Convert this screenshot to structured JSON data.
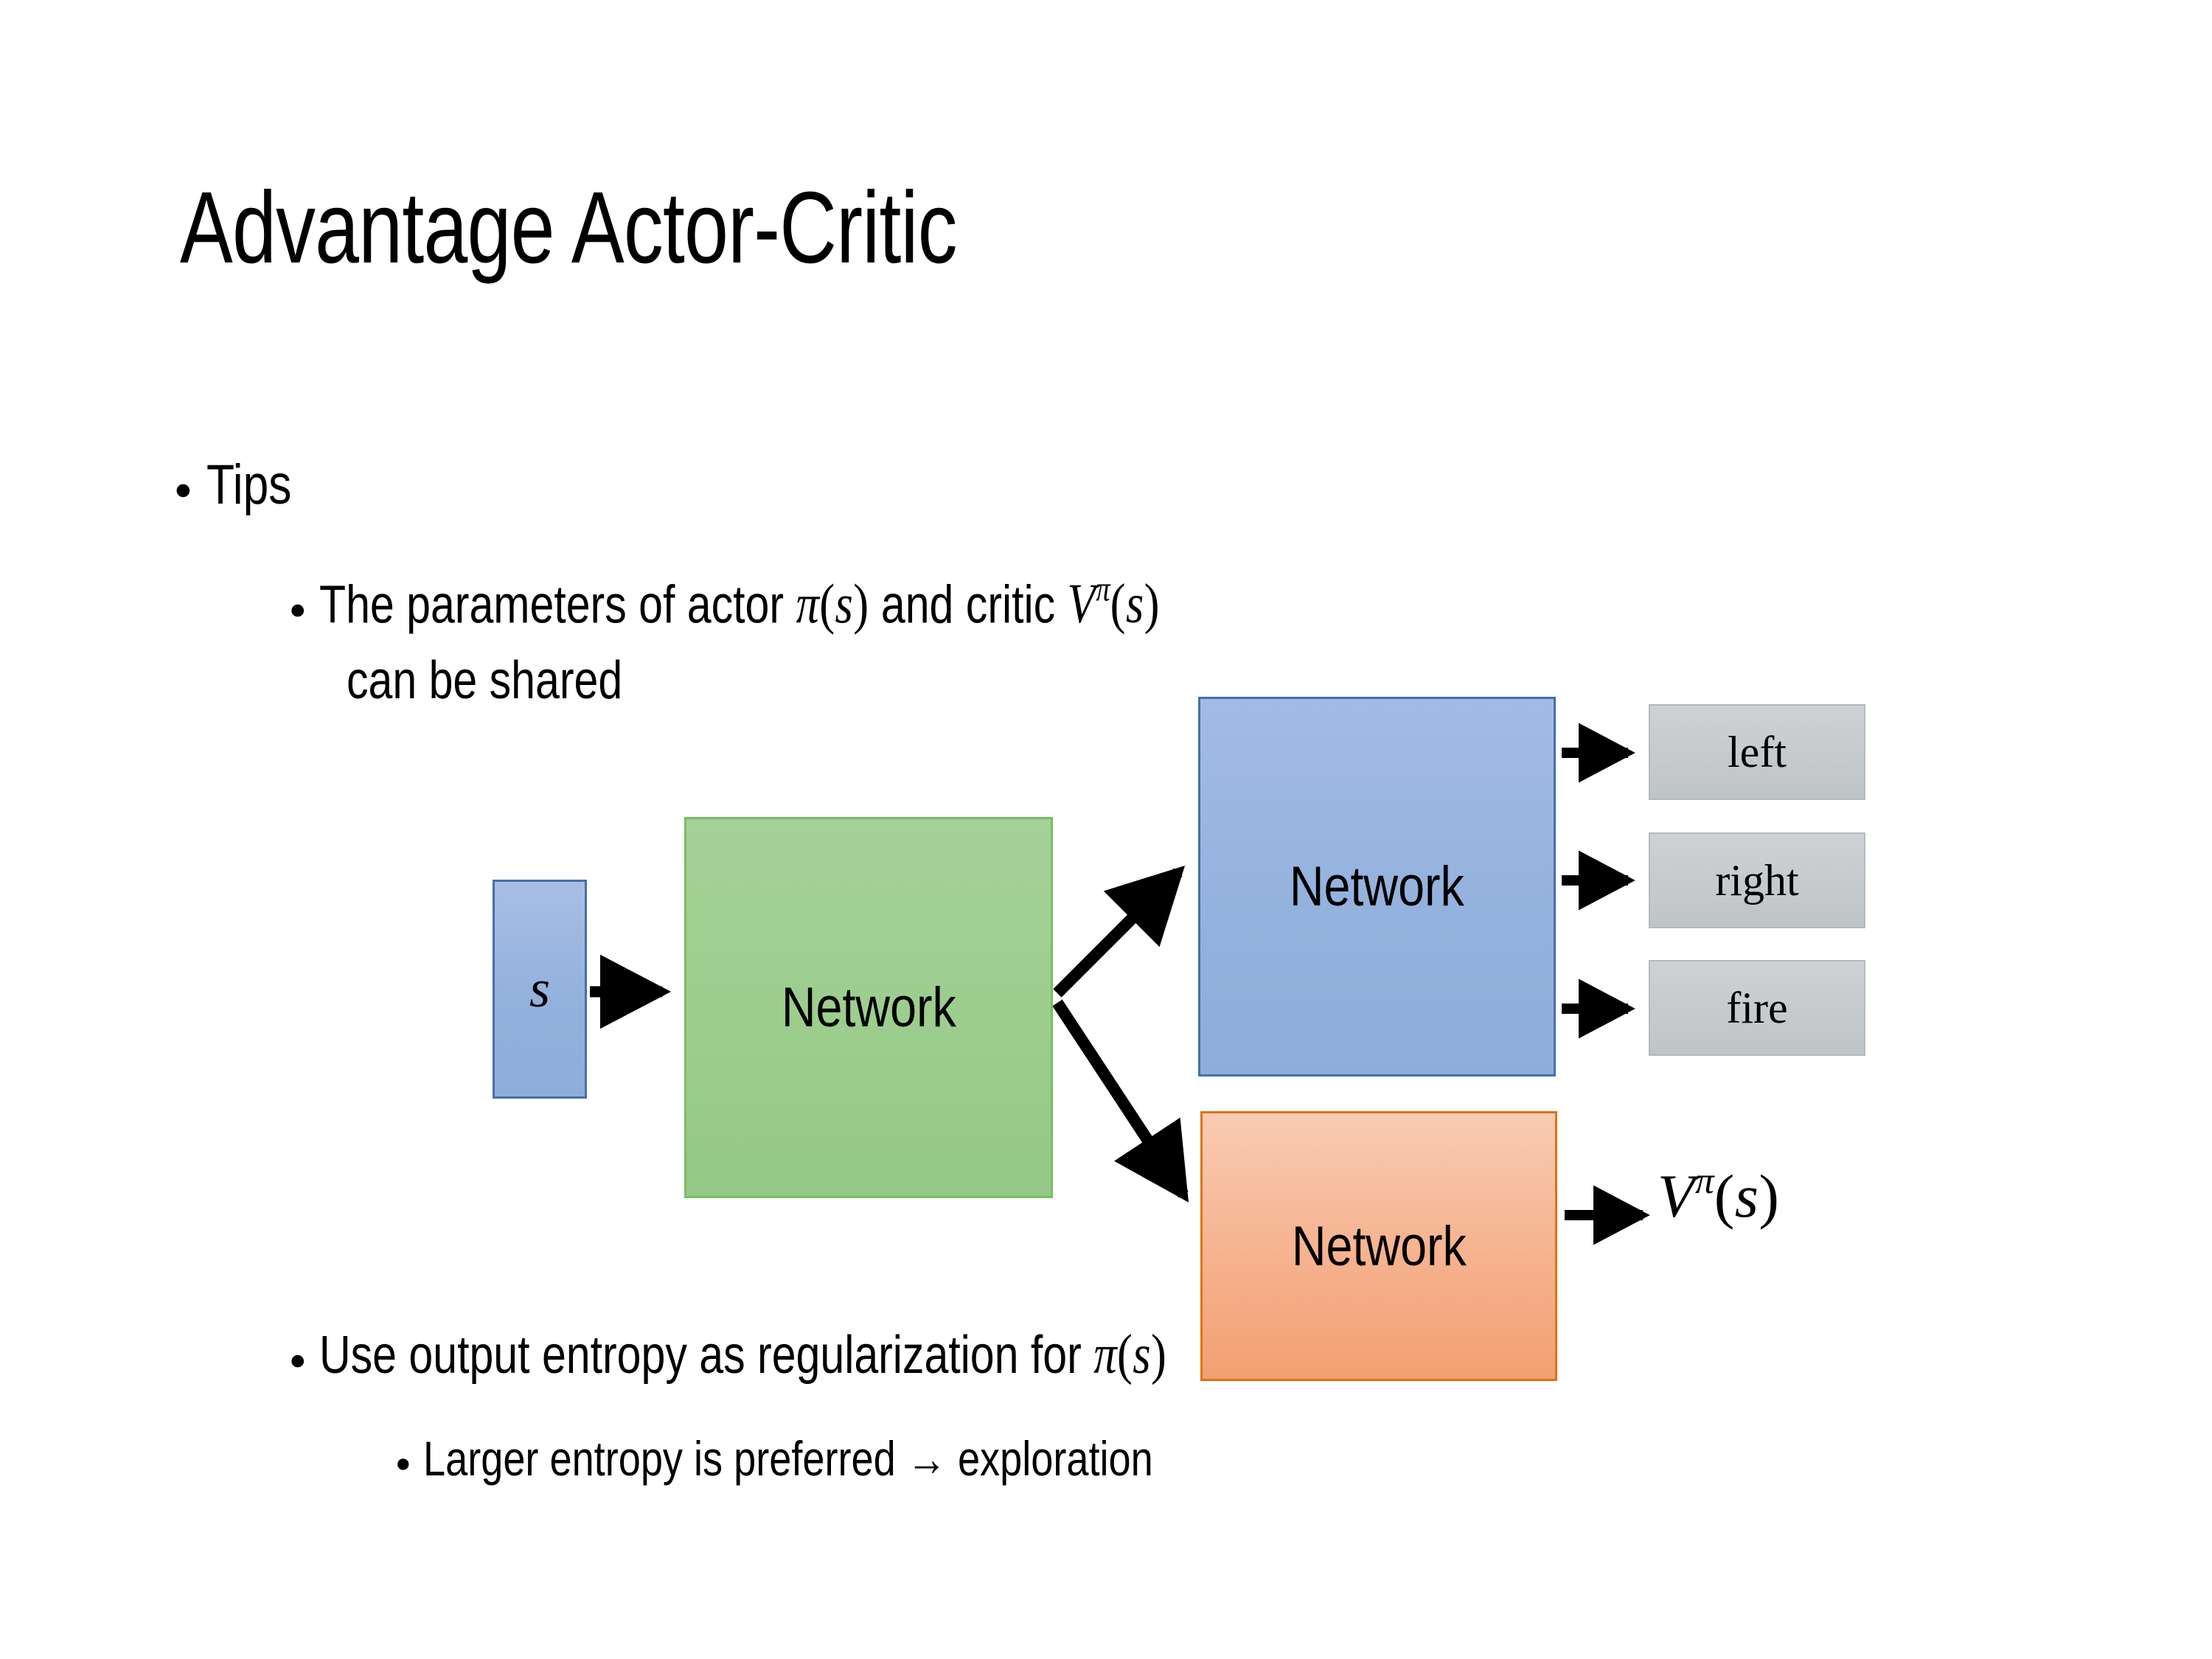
{
  "slide": {
    "title": "Advantage Actor-Critic",
    "background_color": "#ffffff",
    "text_color": "#000000"
  },
  "bullets": {
    "tips": "Tips",
    "parameters_prefix": "The parameters of actor ",
    "parameters_math_actor": "π(s)",
    "parameters_middle": "  and critic ",
    "parameters_math_critic": "Vπ(s)",
    "parameters_line2": "can be shared",
    "entropy_prefix": "Use output entropy as regularization for ",
    "entropy_math": "π(s)",
    "larger_entropy": "Larger entropy is preferred → exploration"
  },
  "math": {
    "pi": "π",
    "s": "s",
    "V": "V",
    "lparen": "(",
    "rparen": ")"
  },
  "diagram": {
    "state_label": "s",
    "shared_network_label": "Network",
    "actor_network_label": "Network",
    "critic_network_label": "Network",
    "actions": [
      {
        "label": "left"
      },
      {
        "label": "right"
      },
      {
        "label": "fire"
      }
    ],
    "critic_output": "Vπ(s)",
    "colors": {
      "state_fill": "#93b1dd",
      "state_border": "#4371a9",
      "shared_fill": "#9bcd8c",
      "shared_border": "#7cbd63",
      "actor_fill": "#94b2de",
      "actor_border": "#4371a9",
      "critic_fill": "#f6b491",
      "critic_border": "#e1720f",
      "action_fill": "#c6cacd",
      "action_border": "#b4b9bd",
      "arrow": "#000000"
    }
  }
}
